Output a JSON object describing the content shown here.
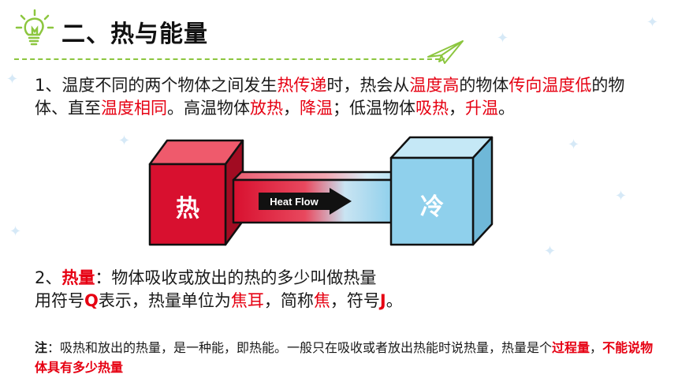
{
  "title": "二、热与能量",
  "p1": {
    "s1": "1、温度不同的两个物体之间发生",
    "h1": "热传递",
    "s2": "时，热会从",
    "h2": "温度高",
    "s3": "的物体",
    "h3": "传向温度低",
    "s4": "的物体、直至",
    "h4": "温度相同",
    "s5": "。高温物体",
    "h5": "放热",
    "s6": "，",
    "h6": "降温",
    "s7": "；低温物体",
    "h7": "吸热",
    "s8": "，",
    "h8": "升温",
    "s9": "。"
  },
  "diagram": {
    "hot_label": "热",
    "cold_label": "冷",
    "arrow_label": "Heat Flow",
    "hot_color": "#d8102f",
    "cold_color": "#8fd0ec"
  },
  "p2": {
    "s1": "2、",
    "h1": "热量",
    "s2": "：物体吸收或放出的热的多少叫做热量",
    "s3": "用符号",
    "h2": "Q",
    "s4": "表示，热量单位为",
    "h3": "焦耳",
    "s5": "，简称",
    "h4": "焦",
    "s6": "，符号",
    "h5": "J",
    "s7": "。"
  },
  "note": {
    "label": "注",
    "s1": "：吸热和放出的热量，是一种能，即热能。一般只在吸收或者放出热能时说热量，热量是个",
    "h1": "过程量",
    "s2": "，",
    "h2": "不能说物体具有多少热量"
  },
  "colors": {
    "accent_red": "#e60012",
    "dash_green": "#8cc63f"
  },
  "icons": {
    "header": "lightbulb-icon",
    "decor": "paper-plane-icon"
  }
}
